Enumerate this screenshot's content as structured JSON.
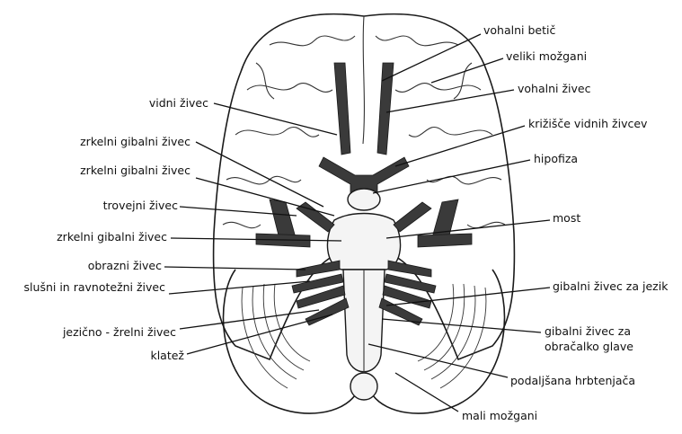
{
  "labels_left": [
    "vidni živec",
    "zrkelni gibalni živec",
    "zrkelni gibalni živec",
    "trovejni živec",
    "zrkelni gibalni živec",
    "obrazni živec",
    "slušni in ravnotežni živec",
    "jezično - žrelni živec",
    "klatež"
  ],
  "labels_right": [
    "vohalni betič",
    "veliki možgani",
    "vohalni živec",
    "križišče vidnih živcev",
    "hipofiza",
    "most",
    "gibalni živec za jezik",
    "gibalni živec za",
    "obračalko glave",
    "podaljšana hrbtenjača",
    "mali možgani"
  ]
}
